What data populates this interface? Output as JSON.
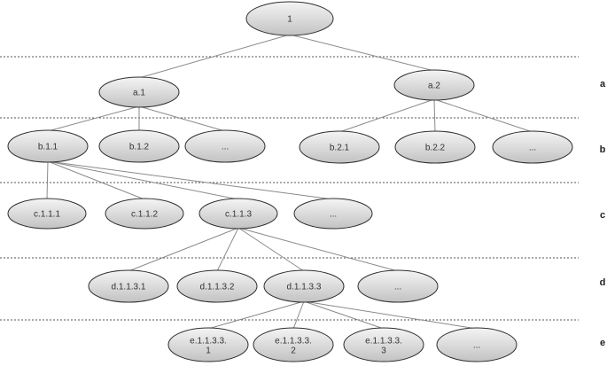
{
  "levels": [
    "a",
    "b",
    "c",
    "d",
    "e"
  ],
  "nodes": [
    {
      "id": "root",
      "label": "1"
    },
    {
      "id": "a1",
      "label": "a.1",
      "parent": "root"
    },
    {
      "id": "a2",
      "label": "a.2",
      "parent": "root"
    },
    {
      "id": "b11",
      "label": "b.1.1",
      "parent": "a1"
    },
    {
      "id": "b12",
      "label": "b.1.2",
      "parent": "a1"
    },
    {
      "id": "b1x",
      "label": "...",
      "parent": "a1"
    },
    {
      "id": "b21",
      "label": "b.2.1",
      "parent": "a2"
    },
    {
      "id": "b22",
      "label": "b.2.2",
      "parent": "a2"
    },
    {
      "id": "b2x",
      "label": "...",
      "parent": "a2"
    },
    {
      "id": "c111",
      "label": "c.1.1.1",
      "parent": "b11"
    },
    {
      "id": "c112",
      "label": "c.1.1.2",
      "parent": "b11"
    },
    {
      "id": "c113",
      "label": "c.1.1.3",
      "parent": "b11"
    },
    {
      "id": "c11x",
      "label": "...",
      "parent": "b11"
    },
    {
      "id": "d1131",
      "label": "d.1.1.3.1",
      "parent": "c113"
    },
    {
      "id": "d1132",
      "label": "d.1.1.3.2",
      "parent": "c113"
    },
    {
      "id": "d1133",
      "label": "d.1.1.3.3",
      "parent": "c113"
    },
    {
      "id": "d113x",
      "label": "...",
      "parent": "c113"
    },
    {
      "id": "e11331",
      "label": [
        "e.1.1.3.3.",
        "1"
      ],
      "parent": "d1133"
    },
    {
      "id": "e11332",
      "label": [
        "e.1.1.3.3.",
        "2"
      ],
      "parent": "d1133"
    },
    {
      "id": "e11333",
      "label": [
        "e.1.1.3.3.",
        "3"
      ],
      "parent": "d1133"
    },
    {
      "id": "e1133x",
      "label": "...",
      "parent": "d1133"
    }
  ]
}
